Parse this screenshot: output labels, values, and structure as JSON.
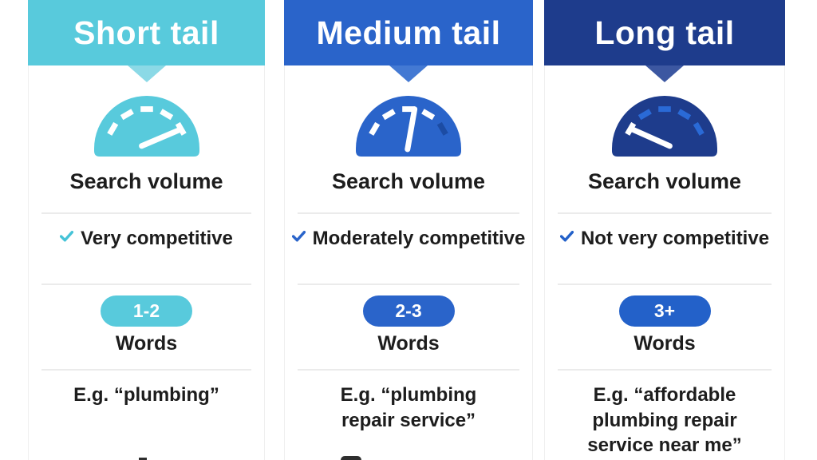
{
  "page": {
    "background": "#ffffff",
    "text_color": "#1d1d1d",
    "divider_color": "#ebebeb"
  },
  "columns": [
    {
      "title": "Short tail",
      "colors": {
        "header_bg": "#58CADC",
        "pointer": "#8BD9E6",
        "pill_bg": "#58CADC",
        "check": "#45C3D7",
        "tick_off": "#FFFFFF",
        "title_text": "#FFFFFF"
      },
      "gauge": {
        "label": "Search volume",
        "level": "high",
        "needle_deg": -23,
        "ticks": [
          "on",
          "on",
          "on",
          "on",
          "on"
        ]
      },
      "competition_lines": [
        "Very competitive"
      ],
      "words": {
        "value": "1-2",
        "label": "Words"
      },
      "example_lines": [
        "E.g. “plumbing”"
      ]
    },
    {
      "title": "Medium tail",
      "colors": {
        "header_bg": "#2A64CA",
        "pointer": "#4379D3",
        "pill_bg": "#2A64CA",
        "check": "#2A64CA",
        "tick_off": "#1C4CA4",
        "title_text": "#FFFFFF"
      },
      "gauge": {
        "label": "Search volume",
        "level": "medium",
        "needle_deg": -80,
        "ticks": [
          "on",
          "on",
          "on",
          "on",
          "off"
        ]
      },
      "competition_lines": [
        "Moderately",
        "competitive"
      ],
      "words": {
        "value": "2-3",
        "label": "Words"
      },
      "example_lines": [
        "E.g. “plumbing",
        "repair service”"
      ]
    },
    {
      "title": "Long tail",
      "colors": {
        "header_bg": "#1E3C8C",
        "pointer": "#3C57A1",
        "pill_bg": "#2361C9",
        "check": "#2361C9",
        "tick_off": "#2A6AD6",
        "title_text": "#FFFFFF"
      },
      "gauge": {
        "label": "Search volume",
        "level": "low",
        "needle_deg": -156,
        "ticks": [
          "on",
          "off",
          "off",
          "off",
          "off"
        ]
      },
      "competition_lines": [
        "Not very",
        "competitive"
      ],
      "words": {
        "value": "3+",
        "label": "Words"
      },
      "example_lines": [
        "E.g. “affordable",
        "plumbing repair",
        "service near me”"
      ]
    }
  ]
}
